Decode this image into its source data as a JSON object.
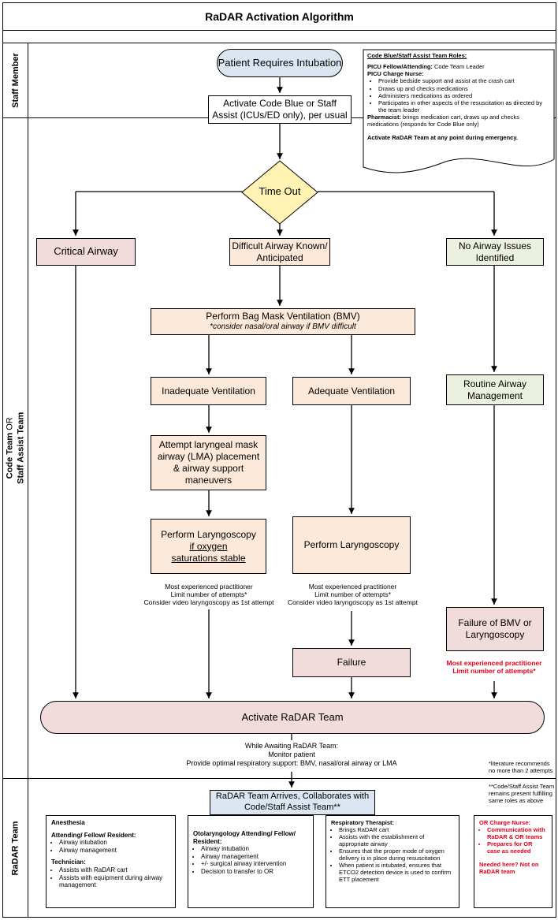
{
  "title": "RaDAR Activation Algorithm",
  "lanes": {
    "staff": "Staff Member",
    "code_team_a": "Code Team ",
    "code_team_or": "OR",
    "code_team_b": "Staff Assist Team",
    "radar": "RaDAR Team"
  },
  "boxes": {
    "patient": "Patient Requires Intubation",
    "activate_code": "Activate Code Blue or Staff Assist (ICUs/ED only), per usual",
    "timeout": "Time Out",
    "critical": "Critical Airway",
    "difficult": "Difficult Airway Known/ Anticipated",
    "no_issues": "No Airway Issues Identified",
    "bmv": "Perform Bag Mask Ventilation (BMV)",
    "bmv_sub": "*consider nasal/oral airway if BMV difficult",
    "inadequate": "Inadequate Ventilation",
    "adequate": "Adequate Ventilation",
    "routine": "Routine Airway Management",
    "lma": "Attempt laryngeal mask airway (LMA) placement & airway support maneuvers",
    "laryngo_left_a": "Perform Laryngoscopy",
    "laryngo_left_b": "if oxygen saturations stable",
    "laryngo_mid": "Perform Laryngoscopy",
    "failure": "Failure",
    "failure_bmv": "Failure of BMV or Laryngoscopy",
    "activate_radar": "Activate RaDAR Team",
    "radar_arrives": "RaDAR Team Arrives, Collaborates with Code/Staff Assist Team**"
  },
  "notes": {
    "left_1": "Most experienced practitioner",
    "left_2": "Limit number of attempts*",
    "left_3": "Consider video laryngoscopy as 1st attempt",
    "mid_1": "Most experienced practitioner",
    "mid_2": "Limit number of attempts*",
    "mid_3": "Consider video laryngoscopy as 1st attempt",
    "red_1": "Most experienced practitioner",
    "red_2": "Limit number of attempts*",
    "awaiting_1": "While Awaiting RaDAR Team:",
    "awaiting_2": "Monitor patient",
    "awaiting_3": "Provide optimal respiratory support: BMV, nasal/oral airway or LMA",
    "lit": "*literature recommends no more than 2 attempts",
    "code_staff": "**Code/Staff Assist Team remains present fulfilling same roles as above"
  },
  "roles": {
    "heading": "Code Blue/Staff Assist Team Roles:",
    "fellow_label": "PICU Fellow/Attending:",
    "fellow_text": " Code Team Leader",
    "nurse_label": "PICU Charge Nurse:",
    "nurse_items": [
      "Provide bedside support and assist at the crash cart",
      "Draws up and checks medications",
      "Administers medications as ordered",
      "Participates in other aspects of the resuscitation as directed by the team leader"
    ],
    "pharm_label": "Pharmacist:",
    "pharm_text": " brings medication cart, draws up and checks medications (responds for Code Blue only)",
    "activate": "Activate RaDAR Team at any point during emergency."
  },
  "radar_docs": {
    "anesthesia": {
      "title": "Anesthesia",
      "sub": "Attending/ Fellow/ Resident:",
      "items": [
        "Airway intubation",
        "Airway management"
      ],
      "tech": "Technician:",
      "tech_items": [
        "Assists with RaDAR cart",
        "Assists with equipment during airway management"
      ]
    },
    "ent": {
      "title": "Otolaryngology Attending/ Fellow/ Resident:",
      "items": [
        "Airway intubation",
        "Airway management",
        "+/- surgical airway intervention",
        "Decision to transfer to OR"
      ]
    },
    "rt": {
      "title": "Respiratory Therapist:",
      "items": [
        "Brings RaDAR cart",
        "Assists with the establishment of appropriate airway",
        "Ensures that the proper mode of oxygen delivery is in  place during resuscitation",
        "When patient is intubated, ensures that ETCO2 detection device is used to confirm ETT placement"
      ]
    },
    "or": {
      "title": "OR Charge Nurse:",
      "items": [
        "Communication with RaDAR & OR teams",
        "Prepares for OR case as needed"
      ],
      "extra": "Needed here? Not on RaDAR team"
    }
  },
  "colors": {
    "peach": "#fde9d9",
    "pink": "#f2dcdb",
    "green": "#ebf1de",
    "blue": "#dce6f2",
    "diamond": "#fff2b2",
    "red_text": "#e3001b"
  }
}
